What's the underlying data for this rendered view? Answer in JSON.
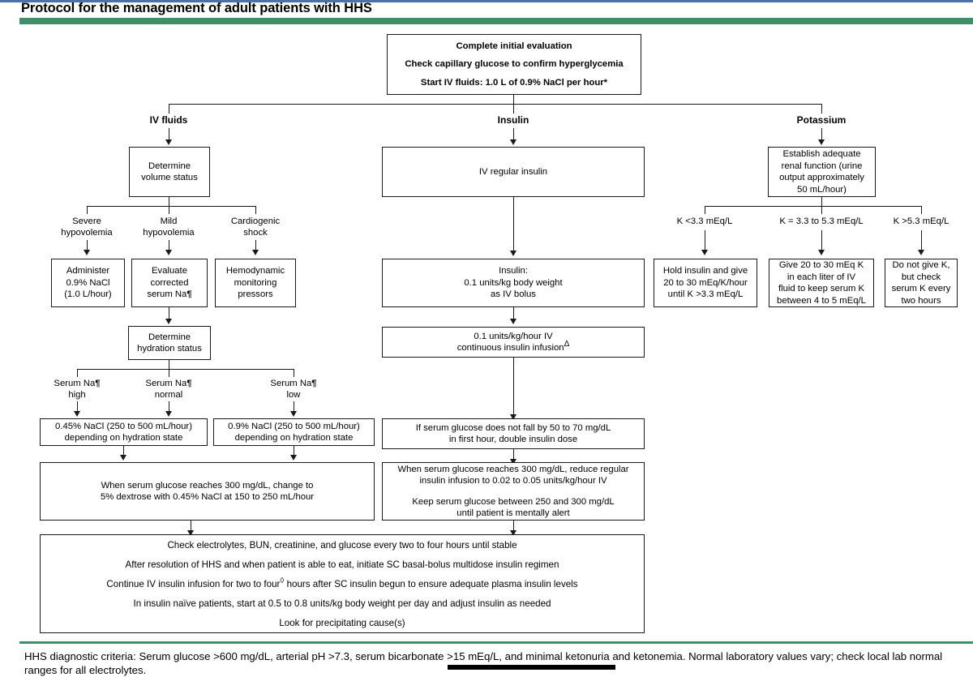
{
  "header": {
    "title": "Protocol for the management of adult patients with HHS",
    "accent_green": "#3f8f6b",
    "accent_blue": "#4a72a8"
  },
  "footer": {
    "note": "HHS diagnostic criteria: Serum glucose >600 mg/dL, arterial pH >7.3, serum bicarbonate >15 mEq/L, and minimal ketonuria and ketonemia. Normal laboratory values vary; check local lab normal ranges for all electrolytes."
  },
  "flowchart": {
    "type": "flowchart",
    "start": {
      "line1": "Complete initial evaluation",
      "line2": "Check capillary glucose to confirm hyperglycemia",
      "line3": "Start IV fluids: 1.0 L of 0.9% NaCl per hour*"
    },
    "columns": {
      "fluids": "IV fluids",
      "insulin": "Insulin",
      "potassium": "Potassium"
    },
    "fluids": {
      "volume_status": {
        "l1": "Determine",
        "l2": "volume status"
      },
      "branches": [
        {
          "l1": "Severe",
          "l2": "hypovolemia"
        },
        {
          "l1": "Mild",
          "l2": "hypovolemia"
        },
        {
          "l1": "Cardiogenic",
          "l2": "shock"
        }
      ],
      "branch_boxes": [
        {
          "l1": "Administer",
          "l2": "0.9% NaCl",
          "l3": "(1.0 L/hour)"
        },
        {
          "l1": "Evaluate",
          "l2": "corrected",
          "l3": "serum Na"
        },
        {
          "l1": "Hemodynamic",
          "l2": "monitoring",
          "l3": "pressors"
        }
      ],
      "hydration_status": {
        "l1": "Determine",
        "l2": "hydration status"
      },
      "sodium_branches": [
        {
          "l1": "Serum Na",
          "l2": "high"
        },
        {
          "l1": "Serum Na",
          "l2": "normal"
        },
        {
          "l1": "Serum Na",
          "l2": "low"
        }
      ],
      "saline_left": {
        "l1": "0.45% NaCl (250 to 500 mL/hour)",
        "l2": "depending on hydration state"
      },
      "saline_right": {
        "l1": "0.9% NaCl (250 to 500 mL/hour)",
        "l2": "depending on hydration state"
      },
      "dextrose": {
        "l1": "When serum glucose reaches 300 mg/dL, change to",
        "l2": "5% dextrose with 0.45% NaCl at 150 to 250 mL/hour"
      }
    },
    "insulin": {
      "regular": "IV regular insulin",
      "bolus": {
        "l1": "Insulin:",
        "l2": "0.1 units/kg body weight",
        "l3": "as IV bolus"
      },
      "infusion": {
        "l1": "0.1 units/kg/hour IV",
        "l2": "continuous insulin infusion"
      },
      "double_dose": {
        "l1": "If serum glucose does not fall by 50 to 70 mg/dL",
        "l2": "in first hour, double insulin dose"
      },
      "reduce": {
        "l1": "When serum glucose reaches 300 mg/dL, reduce regular",
        "l2": "insulin infusion to 0.02 to 0.05 units/kg/hour IV",
        "l3": "Keep serum glucose between 250 and 300 mg/dL",
        "l4": "until patient is mentally alert"
      }
    },
    "potassium": {
      "renal": {
        "l1": "Establish adequate",
        "l2": "renal function (urine",
        "l3": "output approximately",
        "l4": "50 mL/hour)"
      },
      "branches": [
        "K <3.3 mEq/L",
        "K = 3.3 to 5.3 mEq/L",
        "K >5.3 mEq/L"
      ],
      "branch_boxes": [
        {
          "l1": "Hold insulin and give",
          "l2": "20 to 30 mEq/K/hour",
          "l3": "until K >3.3 mEq/L"
        },
        {
          "l1": "Give 20 to 30 mEq K",
          "l2": "in each liter of IV",
          "l3": "fluid to keep serum K",
          "l4": "between 4 to 5 mEq/L"
        },
        {
          "l1": "Do not give K,",
          "l2": "but check",
          "l3": "serum K every",
          "l4": "two hours"
        }
      ]
    },
    "summary": {
      "l1": "Check electrolytes, BUN, creatinine, and glucose every two to four hours until stable",
      "l2": "After resolution of HHS and when patient is able to eat, initiate SC basal-bolus multidose insulin regimen",
      "l3a": "Continue IV insulin infusion for two to four",
      "l3b": "hours after SC insulin begun to ensure adequate plasma insulin levels",
      "l4": "In insulin naïve patients, start at 0.5 to 0.8 units/kg body weight per day and adjust insulin as needed",
      "l5": "Look for precipitating cause(s)"
    },
    "footnote_markers": {
      "asterisk": "*",
      "pilcrow": "¶",
      "delta": "Δ",
      "lozenge": "◊"
    }
  }
}
